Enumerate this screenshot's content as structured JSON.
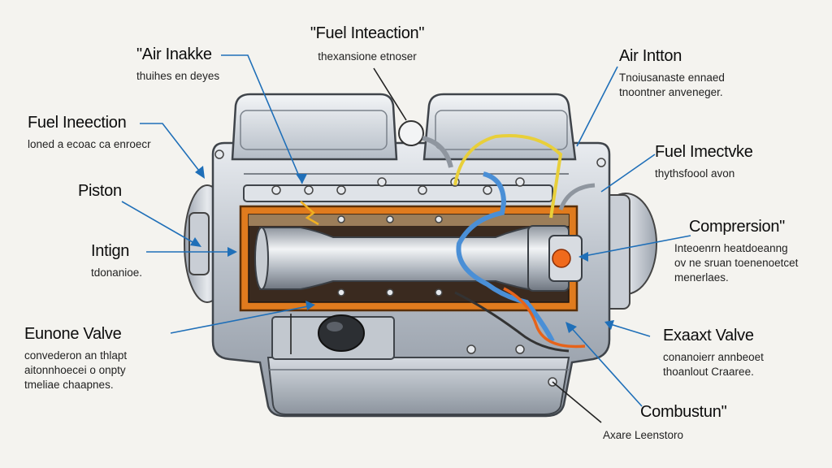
{
  "colors": {
    "background": "#f4f3ef",
    "leader_line": "#1f6fb8",
    "chamber": "#e07b1e",
    "fuel_line_blue": "#4a8fd6",
    "fuel_line_yellow": "#e8cf3a",
    "spark": "#f06a1c"
  },
  "labels": [
    {
      "id": "top-fuel-injection",
      "title": "\"Fuel Inteaction\"",
      "desc": [
        "thexansione etnoser"
      ]
    },
    {
      "id": "air-intake",
      "title": "\"Air Inakke",
      "desc": [
        "thuihes en deyes"
      ]
    },
    {
      "id": "fuel-ineection",
      "title": "Fuel Ineection",
      "desc": [
        "loned a ecoac ca enroecr"
      ]
    },
    {
      "id": "piston",
      "title": "Piston",
      "desc": []
    },
    {
      "id": "intign",
      "title": "Intign",
      "desc": [
        "tdonanioe."
      ]
    },
    {
      "id": "eunone-valve",
      "title": "Eunone Valve",
      "desc": [
        "convederon an thlapt",
        "aitonnhoecei o onpty",
        "tmeliae chaapnes."
      ]
    },
    {
      "id": "air-intton",
      "title": "Air Intton",
      "desc": [
        "Tnoiusanaste ennaed",
        "tnoontner anveneger."
      ]
    },
    {
      "id": "fuel-imectvke",
      "title": "Fuel Imectvke",
      "desc": [
        "thythsfoool avon"
      ]
    },
    {
      "id": "compression",
      "title": "Comprersion\"",
      "desc": [
        "Inteoenrn heatdoeanng",
        "ov ne sruan toenenoetcet",
        "menerlaes."
      ]
    },
    {
      "id": "exaxt-valve",
      "title": "Exaaxt Valve",
      "desc": [
        "conanoierr annbeoet",
        "thoanlout Craaree."
      ]
    },
    {
      "id": "combustion",
      "title": "Combustun\"",
      "desc": [
        "Axare Leenstoro"
      ]
    }
  ]
}
